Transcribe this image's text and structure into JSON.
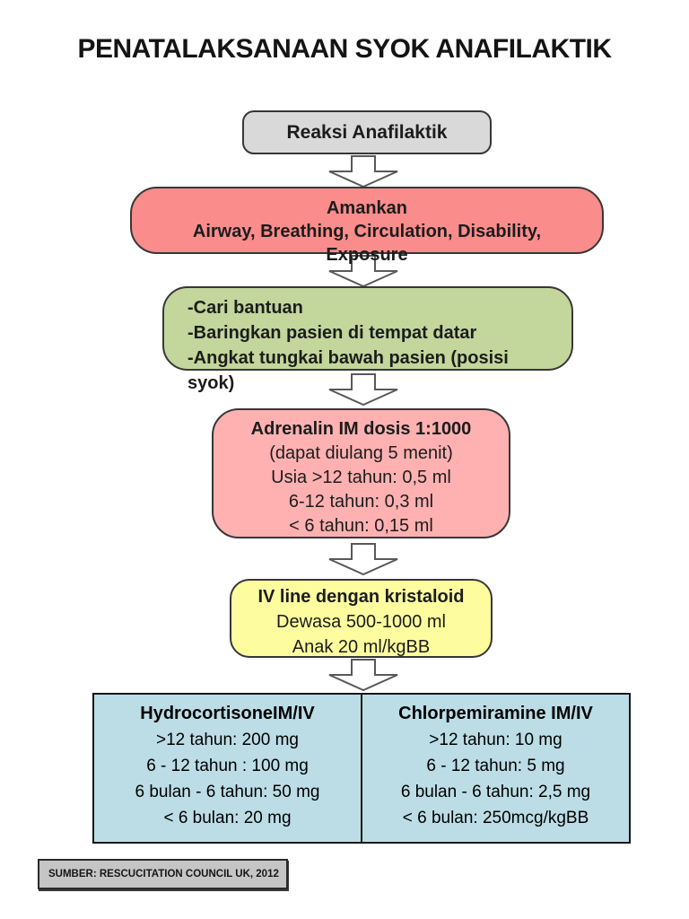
{
  "page": {
    "title": "PENATALAKSANAAN SYOK ANAFILAKTIK",
    "source_label": "SUMBER: RESCUCITATION COUNCIL UK, 2012"
  },
  "colors": {
    "gray_box": "#d9d9d9",
    "red_box": "#fb8c8c",
    "green_box": "#c3d69b",
    "pink_box": "#ffb1b1",
    "yellow_box": "#fdfd9f",
    "blue_box": "#bcdde6",
    "source_box": "#c5c5c5",
    "arrow_fill": "#ffffff",
    "arrow_stroke": "#595959"
  },
  "flowchart": {
    "start": {
      "label": "Reaksi Anafilaktik"
    },
    "secure": {
      "lines": [
        "Amankan",
        "Airway, Breathing, Circulation, Disability,",
        "Exposure"
      ]
    },
    "positioning": {
      "lines": [
        "-Cari bantuan",
        "-Baringkan pasien di tempat datar",
        "-Angkat tungkai bawah pasien (posisi",
        "syok)"
      ]
    },
    "adrenalin": {
      "title": "Adrenalin IM dosis 1:1000",
      "lines": [
        "(dapat diulang 5 menit)",
        "Usia >12 tahun: 0,5 ml",
        "6-12 tahun: 0,3 ml",
        "< 6 tahun: 0,15 ml"
      ]
    },
    "iv_line": {
      "title": "IV line dengan kristaloid",
      "lines": [
        "Dewasa 500-1000 ml",
        "Anak 20 ml/kgBB"
      ]
    },
    "hydrocortisone": {
      "title": "HydrocortisoneIM/IV",
      "lines": [
        ">12 tahun: 200 mg",
        "6 - 12 tahun : 100 mg",
        "6 bulan - 6 tahun: 50 mg",
        "< 6 bulan: 20 mg"
      ]
    },
    "chlorpemiramine": {
      "title": "Chlorpemiramine IM/IV",
      "lines": [
        ">12 tahun: 10 mg",
        "6 - 12 tahun: 5 mg",
        "6 bulan - 6 tahun: 2,5 mg",
        "< 6 bulan: 250mcg/kgBB"
      ]
    }
  }
}
